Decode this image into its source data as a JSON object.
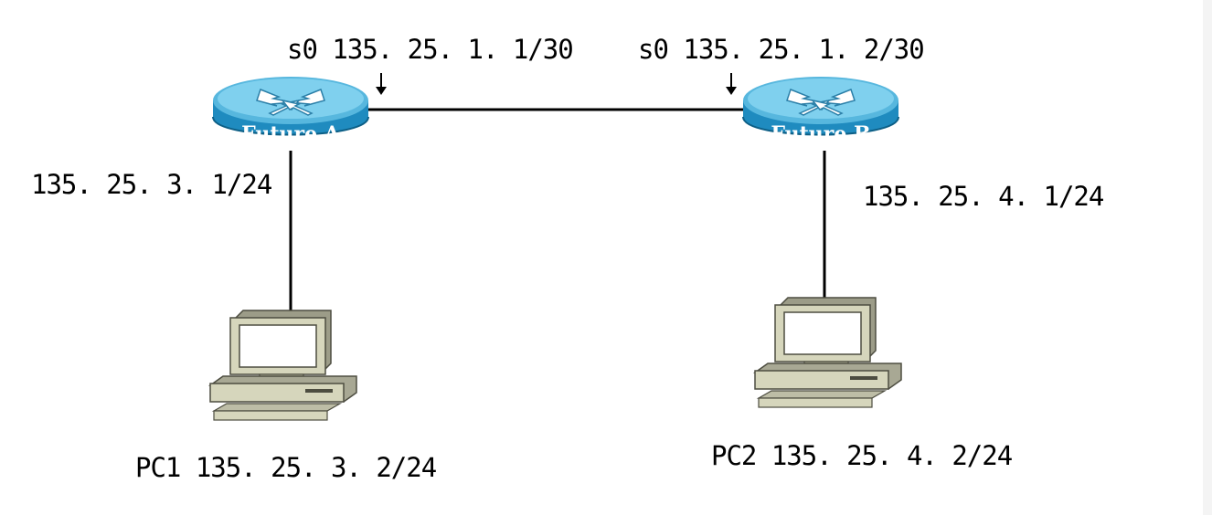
{
  "routers": [
    {
      "name": "Future A",
      "serial_label": "s0 135. 25. 1. 1/30",
      "lan_label": "135. 25. 3. 1/24"
    },
    {
      "name": "Future B",
      "serial_label": "s0 135. 25. 1. 2/30",
      "lan_label": "135. 25. 4. 1/24"
    }
  ],
  "pcs": [
    {
      "label": "PC1 135. 25. 3. 2/24"
    },
    {
      "label": "PC2 135. 25. 4. 2/24"
    }
  ],
  "colors": {
    "router_top": "#6cc4e4",
    "router_body": "#1f8bbf",
    "router_dark": "#106c98",
    "pc_beige": "#d8d8c0",
    "pc_dark": "#8a8a78",
    "screen": "#ffffff",
    "link": "#000000"
  },
  "icons": [
    "router-icon",
    "computer-icon",
    "arrow-down-icon"
  ]
}
